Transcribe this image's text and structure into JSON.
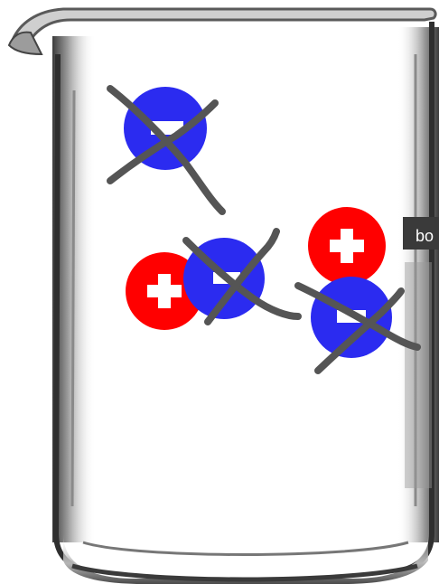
{
  "beaker": {
    "label_fragment": "bo"
  },
  "particles": [
    {
      "id": "anion-1",
      "charge": "negative",
      "crossed_out": true
    },
    {
      "id": "cation-1",
      "charge": "positive",
      "crossed_out": false
    },
    {
      "id": "anion-2",
      "charge": "negative",
      "crossed_out": true
    },
    {
      "id": "cation-2",
      "charge": "positive",
      "crossed_out": false
    },
    {
      "id": "anion-3",
      "charge": "negative",
      "crossed_out": true
    }
  ],
  "colors": {
    "positive": "#ff0000",
    "negative": "#2b2bf0",
    "sign": "#ffffff",
    "cross": "#555555",
    "glass": "#6b6b6b"
  }
}
